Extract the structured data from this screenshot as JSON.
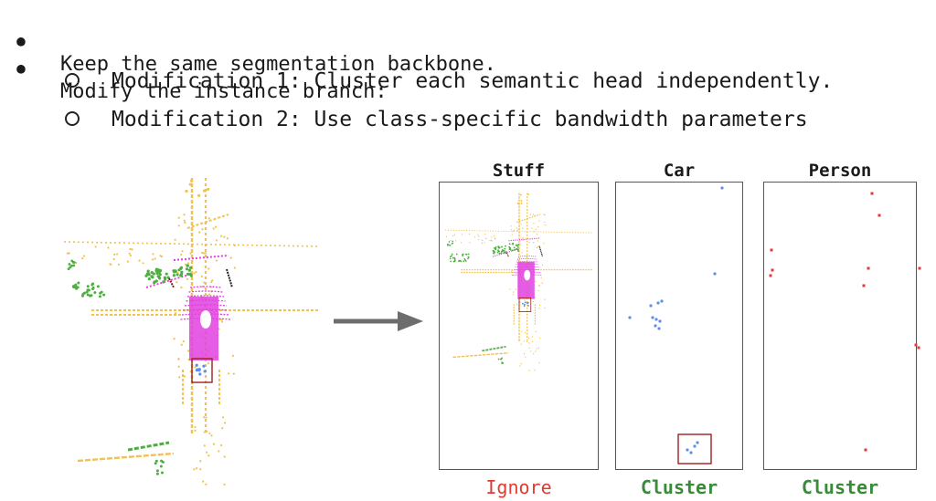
{
  "bullets": [
    {
      "symbol": "●",
      "text": "Keep the same segmentation backbone."
    },
    {
      "symbol": "●",
      "text": "Modify the instance branch:"
    }
  ],
  "sub_bullets": [
    {
      "text": "Modification 1: Cluster each semantic head independently."
    },
    {
      "text": "Modification 2: Use class-specific bandwidth parameters"
    }
  ],
  "panels": [
    {
      "title": "Stuff",
      "caption": "Ignore",
      "caption_color": "#e03c31"
    },
    {
      "title": "Car",
      "caption": "Cluster",
      "caption_color": "#3a8a3a"
    },
    {
      "title": "Person",
      "caption": "Cluster",
      "caption_color": "#3a8a3a"
    }
  ],
  "colors": {
    "road": "#f2c14e",
    "sidewalk": "#e040e0",
    "vegetation": "#4caf3f",
    "car": "#5b8fe8",
    "person": "#e53935",
    "box": "#a02020",
    "arrow": "#6d6d6d"
  },
  "icons": {
    "arrow": "right-arrow-icon",
    "bullet": "filled-circle-bullet",
    "sub_bullet": "hollow-circle-bullet"
  }
}
